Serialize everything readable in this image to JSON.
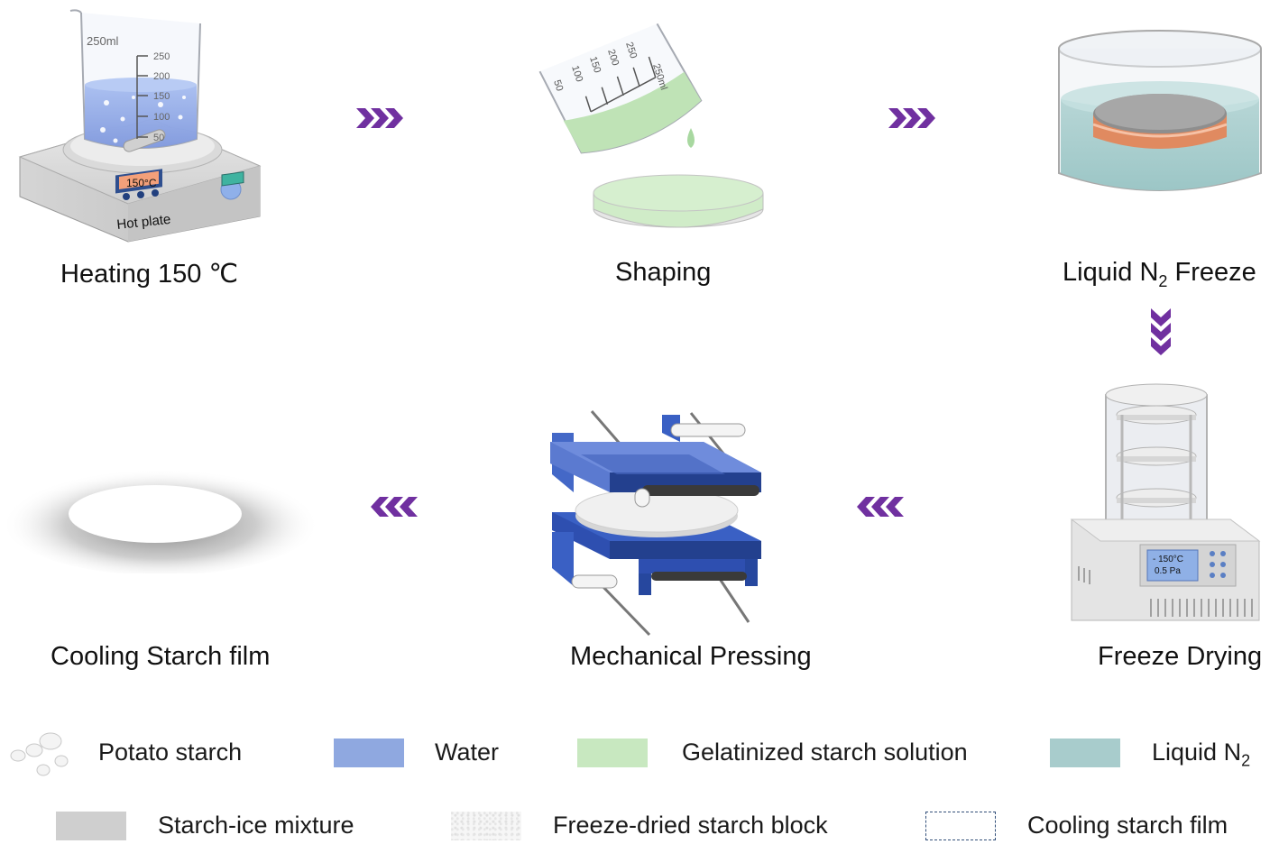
{
  "steps": {
    "heating": {
      "label": "Heating 150 ℃",
      "beaker_volume": "250ml",
      "beaker_marks": [
        "250",
        "200",
        "150",
        "100",
        "50"
      ],
      "display_temp": "150°C",
      "device_label": "Hot plate"
    },
    "shaping": {
      "label": "Shaping",
      "beaker_volume": "250ml",
      "beaker_marks": [
        "250",
        "200",
        "150",
        "100",
        "50"
      ]
    },
    "freeze": {
      "label_main": "Liquid N",
      "label_sub": "2",
      "label_tail": " Freeze"
    },
    "freeze_drying": {
      "label": "Freeze Drying",
      "display_line1": "- 150°C",
      "display_line2": "0.5 Pa"
    },
    "pressing": {
      "label": "Mechanical Pressing"
    },
    "cooling": {
      "label": "Cooling Starch film"
    }
  },
  "legend": {
    "potato_starch": "Potato starch",
    "water": "Water",
    "gelatinized": "Gelatinized starch solution",
    "liquid_n2_main": "Liquid N",
    "liquid_n2_sub": "2",
    "starch_ice": "Starch-ice mixture",
    "freeze_dried": "Freeze-dried starch block",
    "cooling_film": "Cooling starch film"
  },
  "colors": {
    "arrow": "#7030a0",
    "water": "#8fa8e0",
    "gelatinized": "#c8e8c0",
    "liquid_n2": "#a8cccc",
    "starch_ice": "#cfcfcf",
    "press_blue": "#2e4fb0"
  }
}
